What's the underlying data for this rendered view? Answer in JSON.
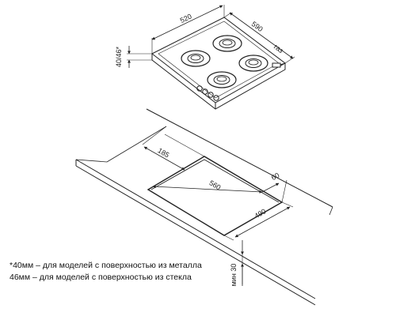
{
  "hob": {
    "dim_depth": "520",
    "dim_width": "590",
    "dim_height": "40/46*",
    "gas_label": "газ"
  },
  "cutout": {
    "dim_depth": "185",
    "dim_width": "560",
    "dim_side": "60",
    "dim_inner": "490",
    "dim_min_thickness": "мин 30"
  },
  "notes": {
    "line1": "*40мм – для моделей с поверхностью  из металла",
    "line2": "46мм – для моделей с поверхностью  из стекла"
  }
}
